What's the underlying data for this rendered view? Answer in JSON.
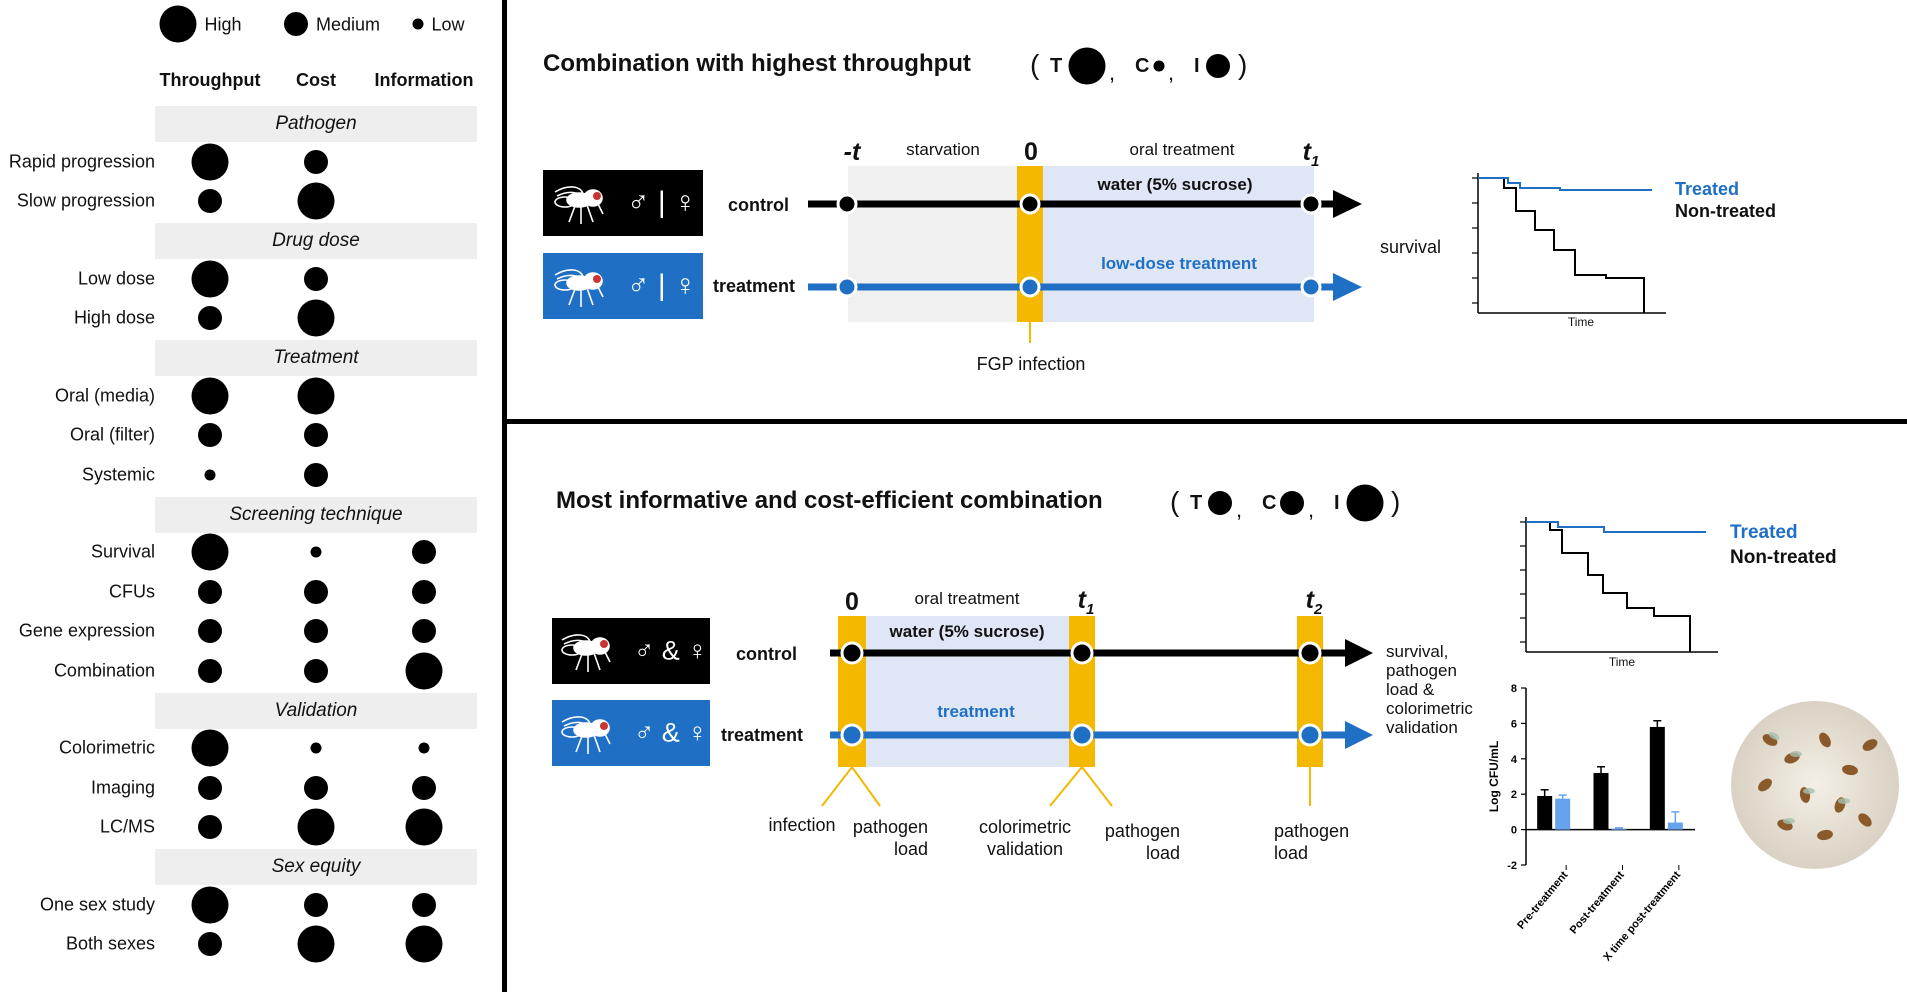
{
  "legend": {
    "high": "High",
    "medium": "Medium",
    "low": "Low"
  },
  "columns": [
    "Throughput",
    "Cost",
    "Information"
  ],
  "sections": [
    {
      "title": "Pathogen",
      "rows": [
        {
          "label": "Rapid progression",
          "sizes": [
            "high",
            "medium"
          ]
        },
        {
          "label": "Slow progression",
          "sizes": [
            "medium",
            "high"
          ]
        }
      ]
    },
    {
      "title": "Drug dose",
      "rows": [
        {
          "label": "Low dose",
          "sizes": [
            "high",
            "medium"
          ]
        },
        {
          "label": "High dose",
          "sizes": [
            "medium",
            "high"
          ]
        }
      ]
    },
    {
      "title": "Treatment",
      "rows": [
        {
          "label": "Oral (media)",
          "sizes": [
            "high",
            "high"
          ]
        },
        {
          "label": "Oral (filter)",
          "sizes": [
            "medium",
            "medium"
          ]
        },
        {
          "label": "Systemic",
          "sizes": [
            "low",
            "medium"
          ]
        }
      ]
    },
    {
      "title": "Screening technique",
      "rows": [
        {
          "label": "Survival",
          "sizes": [
            "high",
            "low",
            "medium"
          ]
        },
        {
          "label": "CFUs",
          "sizes": [
            "medium",
            "medium",
            "medium"
          ]
        },
        {
          "label": "Gene expression",
          "sizes": [
            "medium",
            "medium",
            "medium"
          ]
        },
        {
          "label": "Combination",
          "sizes": [
            "medium",
            "medium",
            "high"
          ]
        }
      ]
    },
    {
      "title": "Validation",
      "rows": [
        {
          "label": "Colorimetric",
          "sizes": [
            "high",
            "low",
            "low"
          ]
        },
        {
          "label": "Imaging",
          "sizes": [
            "medium",
            "medium",
            "medium"
          ]
        },
        {
          "label": "LC/MS",
          "sizes": [
            "medium",
            "high",
            "high"
          ]
        }
      ]
    },
    {
      "title": "Sex equity",
      "rows": [
        {
          "label": "One sex study",
          "sizes": [
            "high",
            "medium",
            "medium"
          ]
        },
        {
          "label": "Both sexes",
          "sizes": [
            "medium",
            "high",
            "high"
          ]
        }
      ]
    }
  ],
  "top": {
    "heading": "Combination with highest throughput",
    "rating": {
      "t": "T",
      "c": "C",
      "i": "I",
      "t_size": "high",
      "c_size": "low",
      "i_size": "medium"
    },
    "timeline": {
      "minus_t": "-t",
      "zero": "0",
      "t1": "t",
      "t1_sub": "1",
      "starvation": "starvation",
      "oral_treatment": "oral treatment",
      "water": "water (5% sucrose)",
      "low_dose": "low-dose treatment",
      "control": "control",
      "treatment": "treatment",
      "infection": "FGP infection",
      "outcome": "survival",
      "fly_sex": "♂ | ♀"
    },
    "survival": {
      "xlabel": "Time",
      "treated": "Treated",
      "nontreated": "Non-treated"
    }
  },
  "bottom": {
    "heading": "Most informative and cost-efficient combination",
    "rating": {
      "t": "T",
      "c": "C",
      "i": "I",
      "t_size": "medium",
      "c_size": "medium",
      "i_size": "high"
    },
    "timeline": {
      "zero": "0",
      "t1": "t",
      "t1_sub": "1",
      "t2": "t",
      "t2_sub": "2",
      "oral_treatment": "oral treatment",
      "water": "water (5% sucrose)",
      "treatment_bar": "treatment",
      "control": "control",
      "treatment": "treatment",
      "fly_sex": "♂ & ♀",
      "outcome": [
        "survival,",
        "pathogen",
        "load &",
        "colorimetric",
        "validation"
      ],
      "callouts": {
        "infection": "infection",
        "pathogen_load": [
          "pathogen",
          "load"
        ],
        "colorimetric": [
          "colorimetric",
          "validation"
        ]
      }
    },
    "survival": {
      "xlabel": "Time",
      "treated": "Treated",
      "nontreated": "Non-treated"
    }
  },
  "chart_data": {
    "type": "bar",
    "categories": [
      "Pre-treatment",
      "Post-treatment",
      "X time post-treatment"
    ],
    "series": [
      {
        "values": [
          1.9,
          3.2,
          5.8
        ],
        "errors": [
          0.35,
          0.35,
          0.35
        ],
        "color": "#000000"
      },
      {
        "values": [
          1.75,
          0.05,
          0.4
        ],
        "errors": [
          0.2,
          0.05,
          0.6
        ],
        "color": "#66a3ef"
      }
    ],
    "ylabel": "Log CFU/mL",
    "yticks": [
      -2,
      0,
      2,
      4,
      6,
      8
    ],
    "ylim": [
      -2,
      8
    ]
  },
  "colors": {
    "blue": "#1f6fc5",
    "yellow": "#f5b800",
    "light_blue_bar": "#66a3ef",
    "band": "#eeeeee"
  }
}
